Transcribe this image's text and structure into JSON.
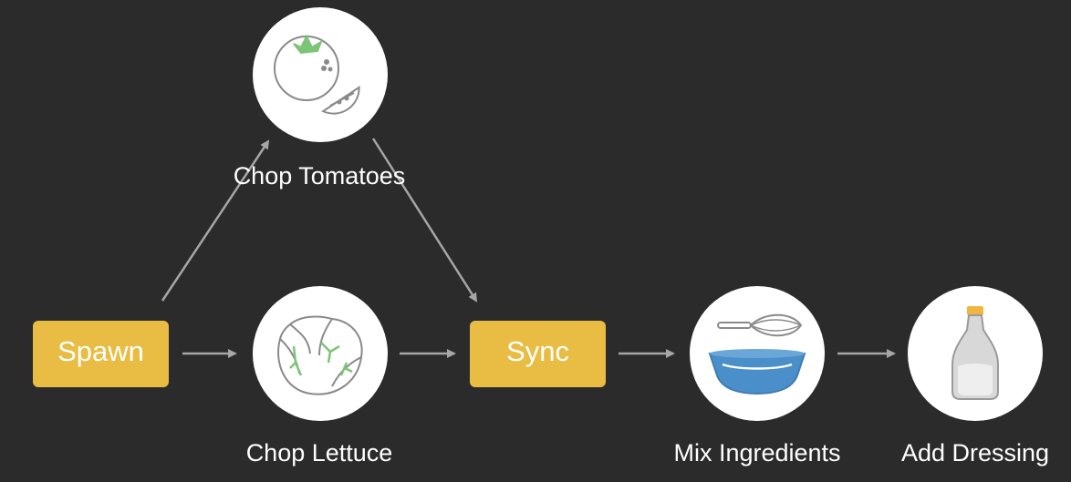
{
  "diagram": {
    "title": "",
    "nodes": {
      "spawn": {
        "label": "Spawn",
        "kind": "control",
        "icon": ""
      },
      "chop_tomatoes": {
        "label": "Chop Tomatoes",
        "kind": "task",
        "icon": "tomato-icon"
      },
      "chop_lettuce": {
        "label": "Chop Lettuce",
        "kind": "task",
        "icon": "lettuce-icon"
      },
      "sync": {
        "label": "Sync",
        "kind": "control",
        "icon": ""
      },
      "mix_ingredients": {
        "label": "Mix Ingredients",
        "kind": "task",
        "icon": "whisk-bowl-icon"
      },
      "add_dressing": {
        "label": "Add Dressing",
        "kind": "task",
        "icon": "dressing-bottle-icon"
      }
    },
    "edges": [
      {
        "from": "spawn",
        "to": "chop_tomatoes"
      },
      {
        "from": "spawn",
        "to": "chop_lettuce"
      },
      {
        "from": "chop_tomatoes",
        "to": "sync"
      },
      {
        "from": "chop_lettuce",
        "to": "sync"
      },
      {
        "from": "sync",
        "to": "mix_ingredients"
      },
      {
        "from": "mix_ingredients",
        "to": "add_dressing"
      }
    ],
    "colors": {
      "background": "#2b2b2b",
      "control_box": "#e9bc43",
      "task_circle": "#ffffff",
      "arrow": "#a6a6a6",
      "text": "#ffffff",
      "icon_green": "#7cc576",
      "icon_gray": "#8a8a8a",
      "bowl_blue": "#4a8fc9",
      "cap_orange": "#f2b640"
    }
  }
}
